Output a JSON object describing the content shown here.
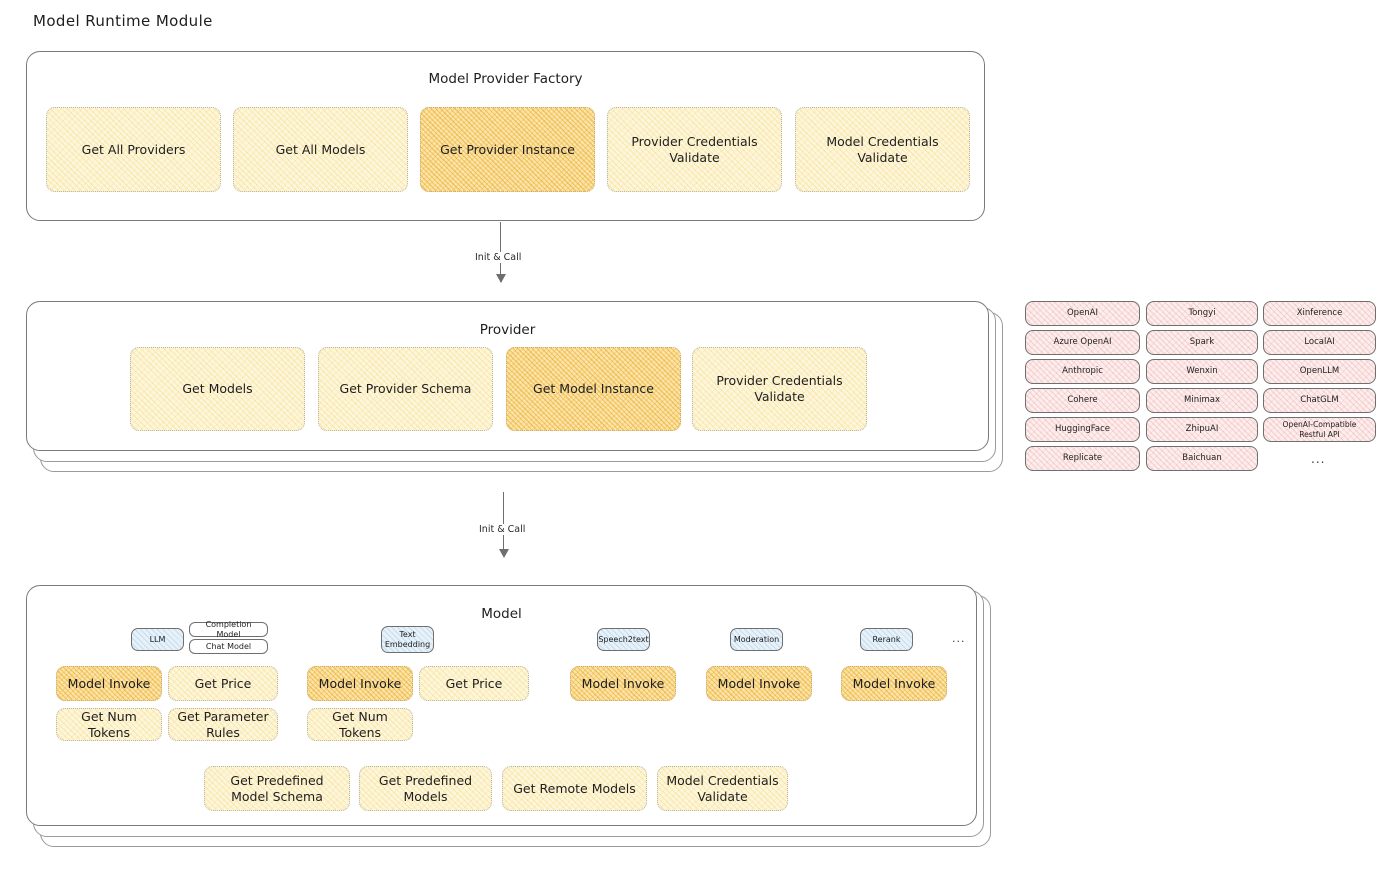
{
  "page": {
    "title": "Model Runtime Module"
  },
  "colors": {
    "highlight_fill": "#fbe4ad",
    "node_fill": "#fdf6dd",
    "provider_fill": "#fdeeee",
    "badge_fill": "#e6f1f9",
    "stroke": "#7a7a7a",
    "text": "#1e1e1e"
  },
  "factory": {
    "title": "Model Provider Factory",
    "nodes": [
      {
        "label": "Get All Providers",
        "highlighted": false
      },
      {
        "label": "Get All Models",
        "highlighted": false
      },
      {
        "label": "Get Provider Instance",
        "highlighted": true
      },
      {
        "label": "Provider Credentials Validate",
        "highlighted": false
      },
      {
        "label": "Model Credentials Validate",
        "highlighted": false
      }
    ]
  },
  "arrows": [
    {
      "label": "Init & Call"
    },
    {
      "label": "Init & Call"
    }
  ],
  "provider": {
    "title": "Provider",
    "nodes": [
      {
        "label": "Get Models",
        "highlighted": false
      },
      {
        "label": "Get Provider Schema",
        "highlighted": false
      },
      {
        "label": "Get Model Instance",
        "highlighted": true
      },
      {
        "label": "Provider Credentials Validate",
        "highlighted": false
      }
    ]
  },
  "provider_list": {
    "columns": [
      [
        "OpenAI",
        "Azure OpenAI",
        "Anthropic",
        "Cohere",
        "HuggingFace",
        "Replicate"
      ],
      [
        "Tongyi",
        "Spark",
        "Wenxin",
        "Minimax",
        "ZhipuAI",
        "Baichuan"
      ],
      [
        "Xinference",
        "LocalAI",
        "OpenLLM",
        "ChatGLM",
        "OpenAI-Compatible Restful API"
      ]
    ],
    "ellipsis": "..."
  },
  "model": {
    "title": "Model",
    "ellipsis": "...",
    "types": [
      {
        "badge": "LLM",
        "sub_badges": [
          "Completion Model",
          "Chat Model"
        ],
        "nodes": [
          {
            "label": "Model Invoke",
            "highlighted": true
          },
          {
            "label": "Get Price",
            "highlighted": false
          },
          {
            "label": "Get Num Tokens",
            "highlighted": false
          },
          {
            "label": "Get Parameter Rules",
            "highlighted": false
          }
        ]
      },
      {
        "badge": "Text Embedding",
        "sub_badges": [],
        "nodes": [
          {
            "label": "Model Invoke",
            "highlighted": true
          },
          {
            "label": "Get Price",
            "highlighted": false
          },
          {
            "label": "Get Num Tokens",
            "highlighted": false
          }
        ]
      },
      {
        "badge": "Speech2text",
        "sub_badges": [],
        "nodes": [
          {
            "label": "Model Invoke",
            "highlighted": true
          }
        ]
      },
      {
        "badge": "Moderation",
        "sub_badges": [],
        "nodes": [
          {
            "label": "Model Invoke",
            "highlighted": true
          }
        ]
      },
      {
        "badge": "Rerank",
        "sub_badges": [],
        "nodes": [
          {
            "label": "Model Invoke",
            "highlighted": true
          }
        ]
      }
    ],
    "common_nodes": [
      {
        "label": "Get Predefined Model Schema",
        "highlighted": false
      },
      {
        "label": "Get Predefined Models",
        "highlighted": false
      },
      {
        "label": "Get Remote Models",
        "highlighted": false
      },
      {
        "label": "Model Credentials Validate",
        "highlighted": false
      }
    ]
  }
}
